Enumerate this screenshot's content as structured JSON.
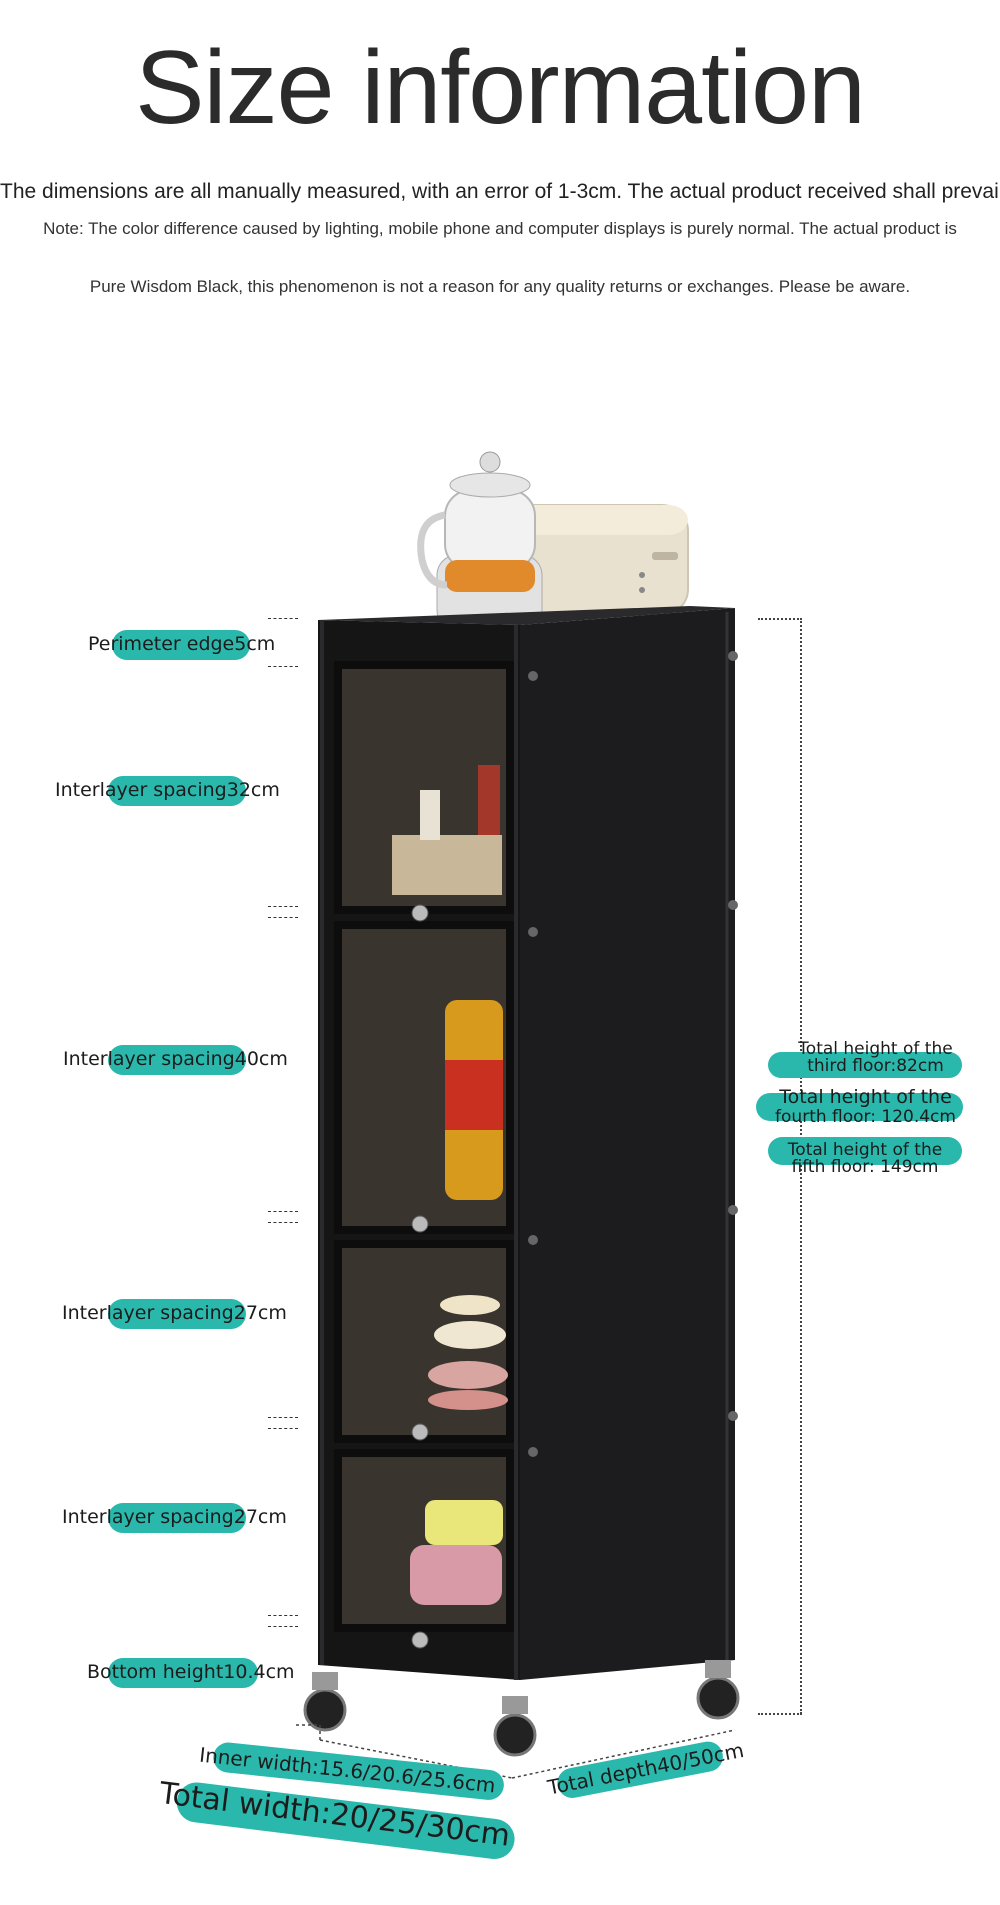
{
  "header": {
    "title": "Size information",
    "subtitle": "The dimensions are all manually measured, with an error of 1-3cm. The actual product received shall prevail",
    "note_line1": "Note: The color difference caused by lighting, mobile phone and computer displays is purely normal. The actual product is",
    "note_line2": "Pure Wisdom Black, this phenomenon is not a reason for any quality returns or exchanges. Please be aware."
  },
  "left_labels": {
    "perimeter": "Perimeter edge5cm",
    "spacing1": "Interlayer spacing32cm",
    "spacing2": "Interlayer spacing40cm",
    "spacing3": "Interlayer spacing27cm",
    "spacing4": "Interlayer spacing27cm",
    "bottom": "Bottom height10.4cm"
  },
  "right_labels": {
    "third_a": "Total height of the",
    "third_b": "third floor:82cm",
    "fourth_a": "Total height of the",
    "fourth_b": "fourth floor: 120.4cm",
    "fifth_a": "Total height of the",
    "fifth_b": "fifth floor: 149cm"
  },
  "bottom_labels": {
    "inner_width": "Inner width:15.6/20.6/25.6cm",
    "total_depth": "Total depth40/50cm",
    "total_width": "Total width:20/25/30cm"
  },
  "colors": {
    "accent": "#2bb8ac",
    "cabinet": "#1b1b1d",
    "background": "#ffffff"
  }
}
